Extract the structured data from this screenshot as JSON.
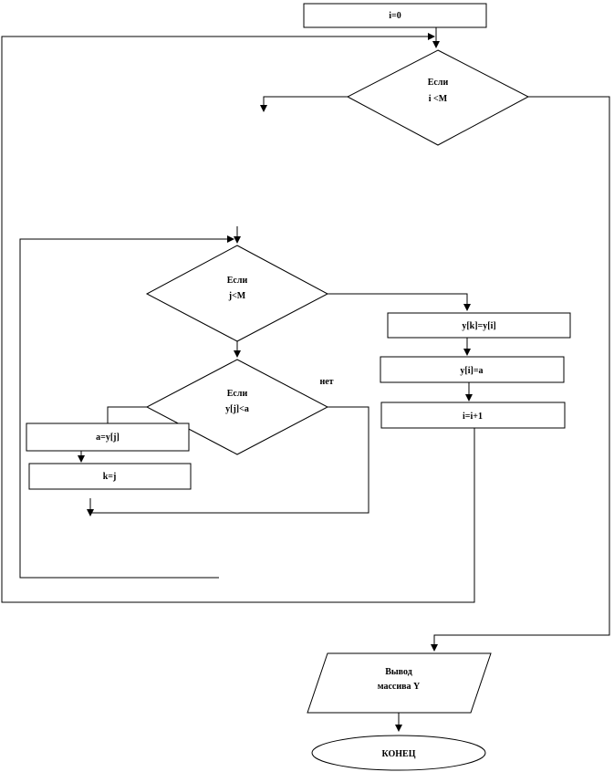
{
  "flowchart": {
    "init_i": "i=0",
    "cond_i": {
      "line1": "Если",
      "line2": "i <M"
    },
    "cond_j": {
      "line1": "Если",
      "line2": "j<M"
    },
    "cond_y": {
      "line1": "Если",
      "line2": "y[j]<a"
    },
    "no_label": "нет",
    "assign_a": "a=y[j]",
    "assign_k": "k=j",
    "swap_yk": "y[k]=y[i]",
    "swap_yi": "y[i]=a",
    "inc_i": "i=i+1",
    "output": {
      "line1": "Вывод",
      "line2": "массива Y"
    },
    "end": "КОНЕЦ"
  }
}
